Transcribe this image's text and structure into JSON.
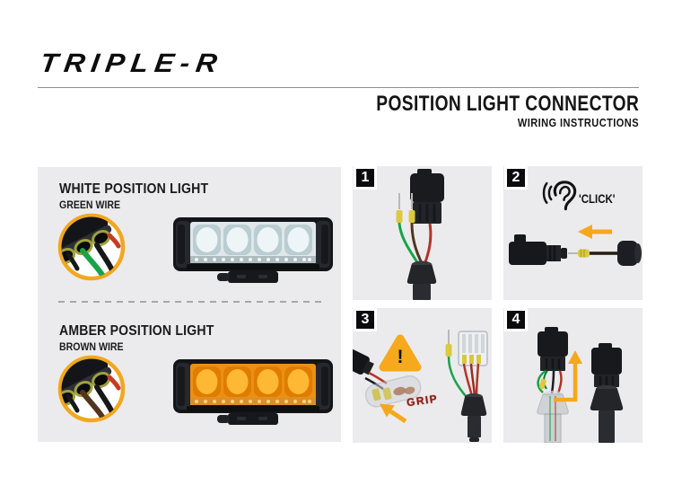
{
  "brand": {
    "logo": "TRIPLE-R"
  },
  "header": {
    "title": "POSITION LIGHT CONNECTOR",
    "subtitle": "WIRING INSTRUCTIONS"
  },
  "colors": {
    "accent_amber": "#F5A81C",
    "panel_gray": "#EBEBED",
    "green_wire": "#18A349",
    "brown_wire": "#53351F",
    "red_wire": "#B23326",
    "crimp_yellow": "#DCC93F",
    "stamp_red": "#8E1D12",
    "text_black": "#111111"
  },
  "legend": {
    "sections": [
      {
        "title": "WHITE POSITION LIGHT",
        "subtitle": "GREEN WIRE",
        "closeup_icon": "connector-closeup-green-wire-icon",
        "lightbar_icon": "white-lightbar-icon"
      },
      {
        "title": "AMBER POSITION LIGHT",
        "subtitle": "BROWN WIRE",
        "closeup_icon": "connector-closeup-brown-wire-icon",
        "lightbar_icon": "amber-lightbar-icon"
      }
    ]
  },
  "steps": [
    {
      "number": "1",
      "illustration": "loose-terminals-and-connector"
    },
    {
      "number": "2",
      "sound_label": "'CLICK'",
      "illustration": "terminal-click-into-connector",
      "icons": [
        "ear-listen-icon",
        "arrow-left-icon"
      ]
    },
    {
      "number": "3",
      "warning_mark": "!",
      "stamp_label": "GRIP",
      "illustration": "grip-connector-warning",
      "icons": [
        "warning-triangle-icon",
        "arrow-up-left-icon"
      ]
    },
    {
      "number": "4",
      "illustration": "slide-boot-up-over-connector",
      "icons": [
        "arrow-up-icon"
      ]
    }
  ]
}
